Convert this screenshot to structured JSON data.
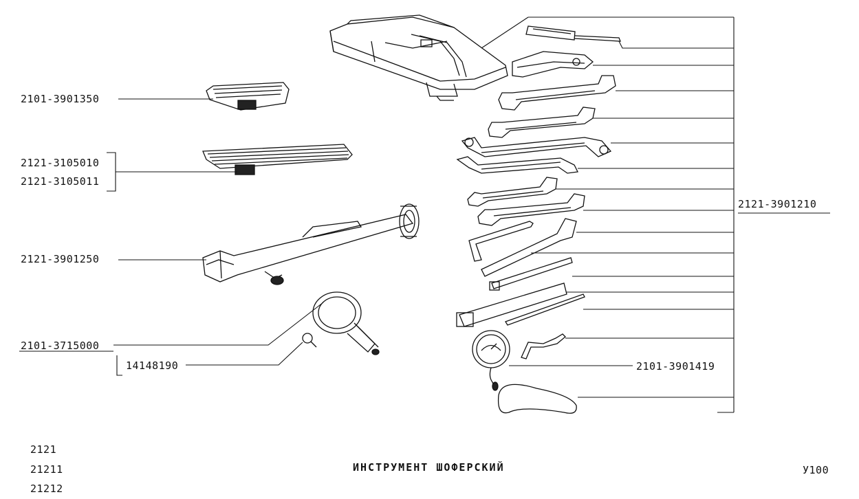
{
  "title": "ИНСТРУМЕНТ ШОФЕРСКИЙ",
  "page_code": "У100",
  "models": [
    "2121",
    "21211",
    "21212"
  ],
  "parts": {
    "p1": "2101-3901350",
    "p2a": "2121-3105010",
    "p2b": "2121-3105011",
    "p3": "2121-3901250",
    "p4": "2101-3715000",
    "p5": "14148190",
    "p6": "2121-3901210",
    "p7": "2101-3901419"
  }
}
